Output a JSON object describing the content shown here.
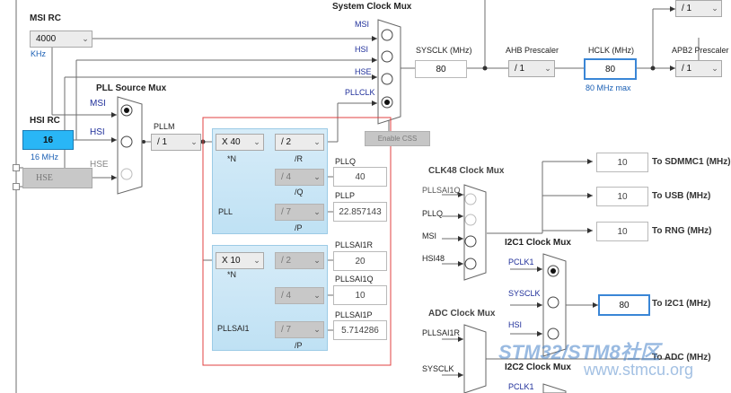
{
  "msi_rc": {
    "title": "MSI RC",
    "value": "4000",
    "unit": "KHz"
  },
  "hsi_rc": {
    "title": "HSI RC",
    "value": "16",
    "freq": "16 MHz"
  },
  "hse": {
    "label": "HSE",
    "input_label": "HSE"
  },
  "pll_source_mux": {
    "title": "PLL Source Mux",
    "inputs": [
      "MSI",
      "HSI",
      "HSE"
    ]
  },
  "pllm": {
    "label": "PLLM",
    "value": "/ 1"
  },
  "system_clock_mux": {
    "title": "System Clock Mux",
    "inputs": [
      "MSI",
      "HSI",
      "HSE",
      "PLLCLK"
    ]
  },
  "enable_css": "Enable CSS",
  "sysclk": {
    "label": "SYSCLK (MHz)",
    "value": "80"
  },
  "ahb_prescaler": {
    "label": "AHB Prescaler",
    "value": "/ 1"
  },
  "hclk": {
    "label": "HCLK (MHz)",
    "value": "80",
    "max": "80 MHz max"
  },
  "apb2_prescaler": {
    "label": "APB2 Prescaler",
    "value": "/ 1"
  },
  "top_right_prescaler": "/ 1",
  "pll": {
    "title": "PLL",
    "n_value": "X 40",
    "n_label": "*N",
    "r_value": "/ 2",
    "r_label": "/R",
    "q_value": "/ 4",
    "q_label": "/Q",
    "p_value": "/ 7",
    "p_label": "/P",
    "pllq_label": "PLLQ",
    "pllq_value": "40",
    "pllp_label": "PLLP",
    "pllp_value": "22.857143"
  },
  "pllsai1": {
    "title": "PLLSAI1",
    "n_value": "X 10",
    "n_label": "*N",
    "r_value": "/ 2",
    "q_value": "/ 4",
    "p_value": "/ 7",
    "p_label": "/P",
    "r_out_label": "PLLSAI1R",
    "r_out_value": "20",
    "q_out_label": "PLLSAI1Q",
    "q_out_value": "10",
    "p_out_label": "PLLSAI1P",
    "p_out_value": "5.714286"
  },
  "clk48_mux": {
    "title": "CLK48 Clock Mux",
    "inputs": [
      "PLLSAI1Q",
      "PLLQ",
      "MSI",
      "HSI48"
    ]
  },
  "clk48_outputs": [
    {
      "value": "10",
      "label": "To SDMMC1 (MHz)"
    },
    {
      "value": "10",
      "label": "To USB (MHz)"
    },
    {
      "value": "10",
      "label": "To RNG (MHz)"
    }
  ],
  "i2c1_mux": {
    "title": "I2C1 Clock Mux",
    "inputs": [
      "PCLK1",
      "SYSCLK",
      "HSI"
    ]
  },
  "i2c1_output": {
    "value": "80",
    "label": "To I2C1 (MHz)"
  },
  "adc_mux": {
    "title": "ADC Clock Mux",
    "inputs": [
      "PLLSAI1R",
      "SYSCLK"
    ]
  },
  "adc_output_label": "To ADC (MHz)",
  "i2c2_mux": {
    "title": "I2C2 Clock Mux",
    "inputs": [
      "PCLK1"
    ]
  },
  "watermark": {
    "brand": "STM32/STM8社区",
    "url": "www.stmcu.org"
  },
  "colors": {
    "wire": "#6d6d6d",
    "highlight_box": "#e04040",
    "selected_input": "#29b6f6",
    "hclk_border": "#3a86d6"
  }
}
